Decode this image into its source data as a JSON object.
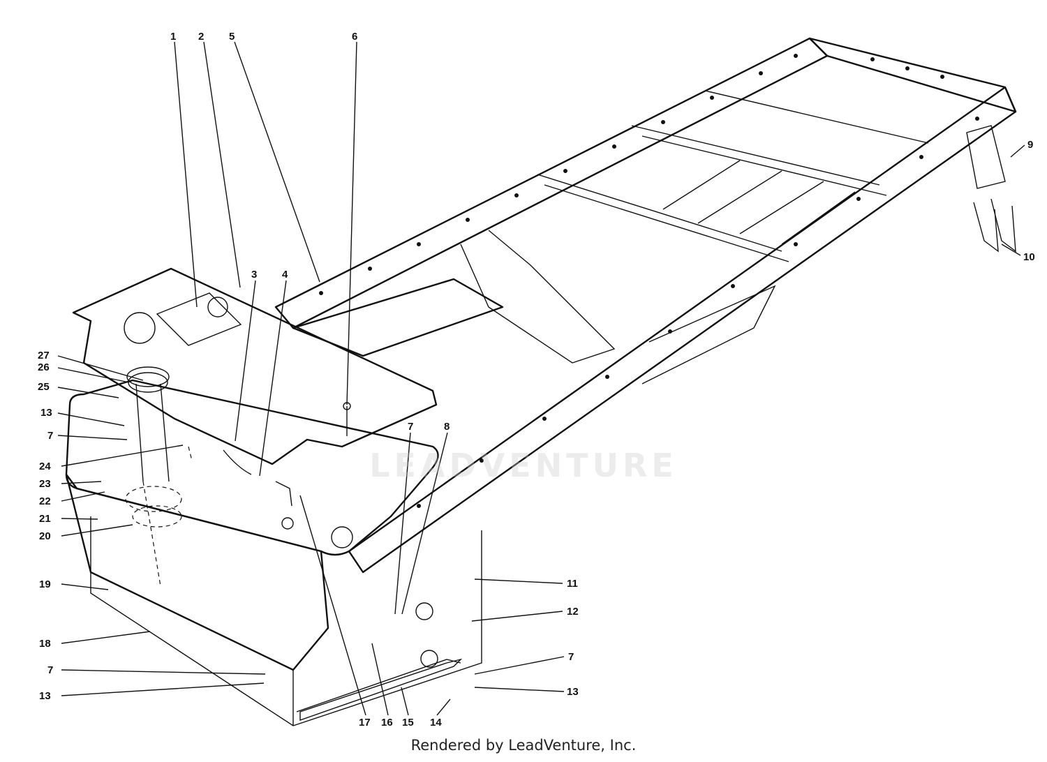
{
  "caption": "Rendered by LeadVenture, Inc.",
  "watermark": "LEADVENTURE",
  "callouts": [
    {
      "id": "c1",
      "label": "1"
    },
    {
      "id": "c2",
      "label": "2"
    },
    {
      "id": "c5",
      "label": "5"
    },
    {
      "id": "c6",
      "label": "6"
    },
    {
      "id": "c3",
      "label": "3"
    },
    {
      "id": "c4",
      "label": "4"
    },
    {
      "id": "c9",
      "label": "9"
    },
    {
      "id": "c10",
      "label": "10"
    },
    {
      "id": "c27",
      "label": "27"
    },
    {
      "id": "c26",
      "label": "26"
    },
    {
      "id": "c25",
      "label": "25"
    },
    {
      "id": "c13a",
      "label": "13"
    },
    {
      "id": "c7a",
      "label": "7"
    },
    {
      "id": "c24",
      "label": "24"
    },
    {
      "id": "c23",
      "label": "23"
    },
    {
      "id": "c22",
      "label": "22"
    },
    {
      "id": "c21",
      "label": "21"
    },
    {
      "id": "c20",
      "label": "20"
    },
    {
      "id": "c7b",
      "label": "7"
    },
    {
      "id": "c8",
      "label": "8"
    },
    {
      "id": "c11",
      "label": "11"
    },
    {
      "id": "c12",
      "label": "12"
    },
    {
      "id": "c19",
      "label": "19"
    },
    {
      "id": "c18",
      "label": "18"
    },
    {
      "id": "c7c",
      "label": "7"
    },
    {
      "id": "c13b",
      "label": "13"
    },
    {
      "id": "c7d",
      "label": "7"
    },
    {
      "id": "c13c",
      "label": "13"
    },
    {
      "id": "c17",
      "label": "17"
    },
    {
      "id": "c16",
      "label": "16"
    },
    {
      "id": "c15",
      "label": "15"
    },
    {
      "id": "c14",
      "label": "14"
    }
  ]
}
